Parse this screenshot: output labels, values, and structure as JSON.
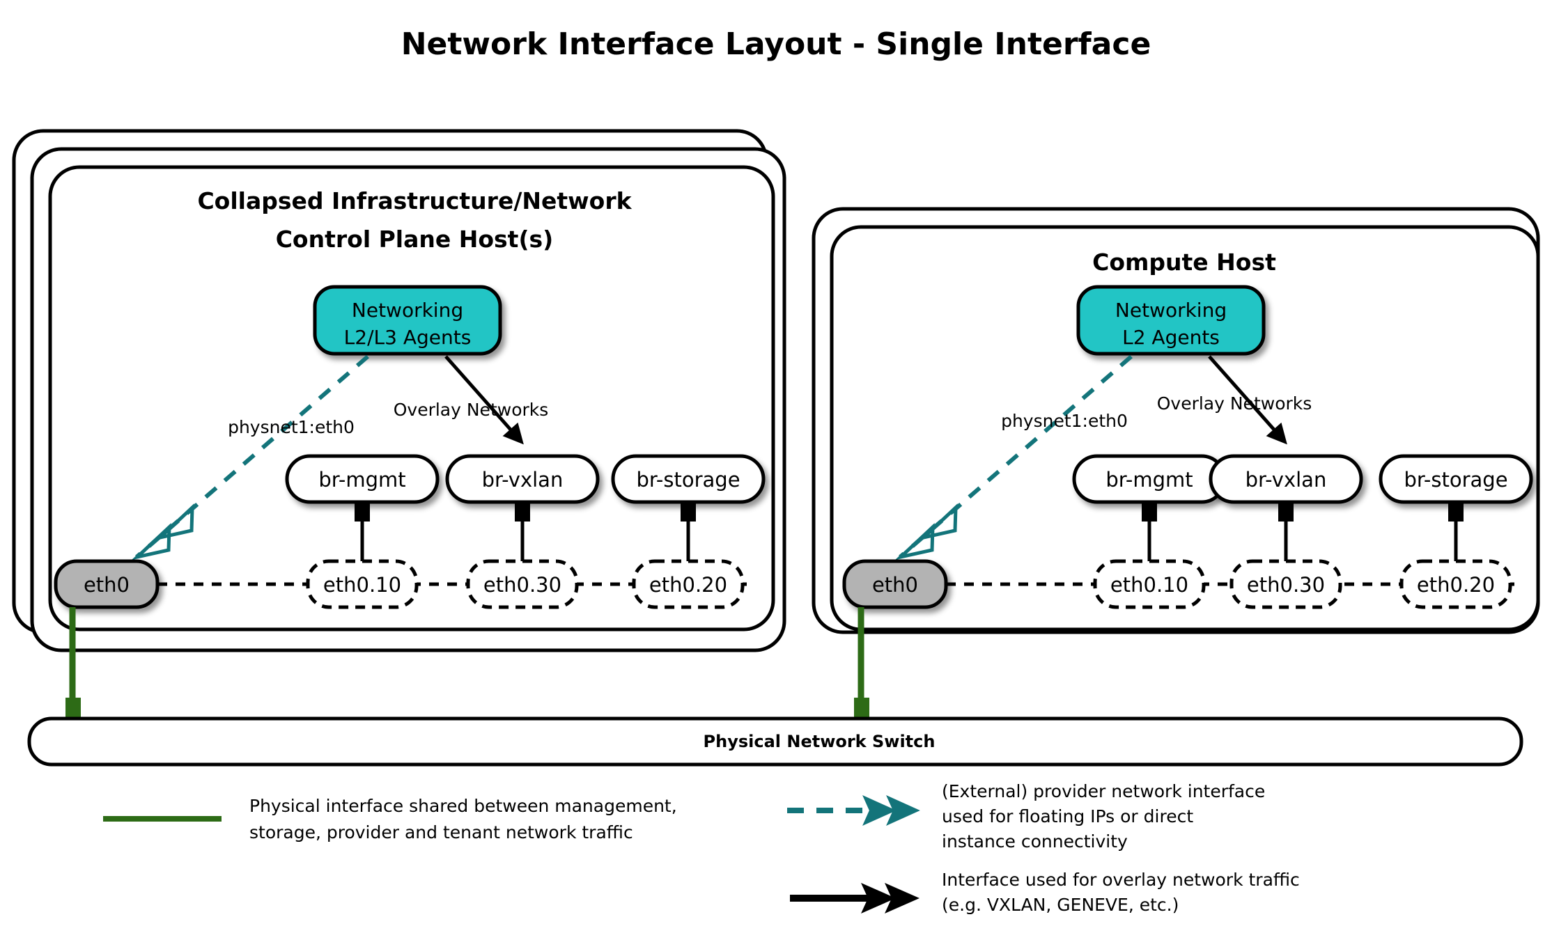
{
  "title": "Network Interface Layout - Single Interface",
  "colors": {
    "agent_fill": "#20c5c5",
    "physical_iface_fill": "#b3b3b3",
    "provider_link": "#13747a",
    "physical_link": "#2d6b16",
    "outline": "#000000",
    "background": "#ffffff"
  },
  "hosts": [
    {
      "id": "control-plane-host",
      "title_line1": "Collapsed Infrastructure/Network",
      "title_line2": "Control Plane Host(s)",
      "stack_count": 3,
      "agent": {
        "line1": "Networking",
        "line2": "L2/L3 Agents"
      },
      "edge_labels": {
        "provider": "physnet1:eth0",
        "overlay": "Overlay Networks"
      },
      "physical_interface": "eth0",
      "bridges": [
        {
          "bridge": "br-mgmt",
          "vlan": "eth0.10"
        },
        {
          "bridge": "br-vxlan",
          "vlan": "eth0.30"
        },
        {
          "bridge": "br-storage",
          "vlan": "eth0.20"
        }
      ]
    },
    {
      "id": "compute-host",
      "title_line1": "Compute Host",
      "title_line2": "",
      "stack_count": 2,
      "agent": {
        "line1": "Networking",
        "line2": "L2 Agents"
      },
      "edge_labels": {
        "provider": "physnet1:eth0",
        "overlay": "Overlay Networks"
      },
      "physical_interface": "eth0",
      "bridges": [
        {
          "bridge": "br-mgmt",
          "vlan": "eth0.10"
        },
        {
          "bridge": "br-vxlan",
          "vlan": "eth0.30"
        },
        {
          "bridge": "br-storage",
          "vlan": "eth0.20"
        }
      ]
    }
  ],
  "switch": {
    "label": "Physical Network Switch"
  },
  "legend": [
    {
      "id": "physical-interface",
      "style": "solid-green-line",
      "lines": [
        "Physical interface shared between management,",
        "storage, provider and tenant network traffic"
      ]
    },
    {
      "id": "provider-network-interface",
      "style": "teal-dashed-double-chevron",
      "lines": [
        "(External) provider network interface",
        "used for floating IPs or direct",
        "instance connectivity"
      ]
    },
    {
      "id": "overlay-network-interface",
      "style": "black-solid-double-arrow",
      "lines": [
        "Interface used for overlay network traffic",
        "(e.g. VXLAN, GENEVE, etc.)"
      ]
    }
  ]
}
